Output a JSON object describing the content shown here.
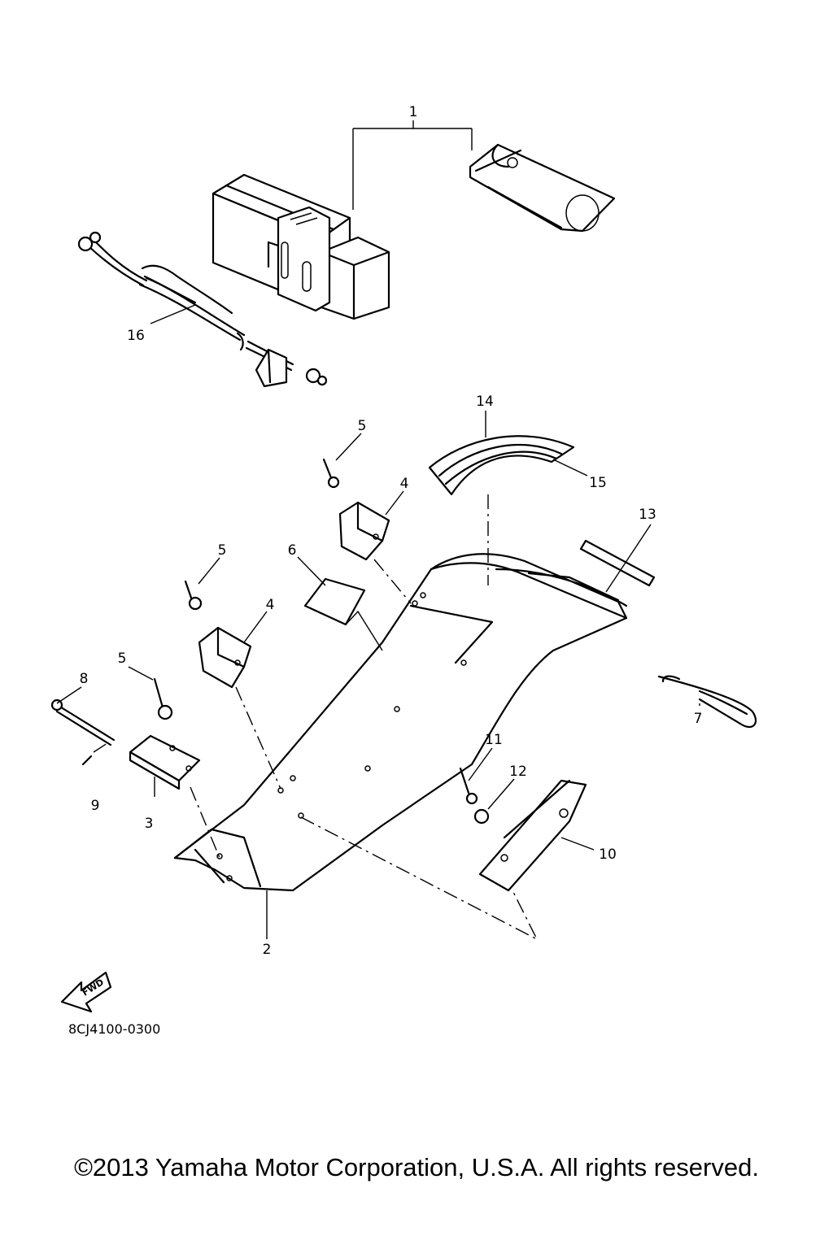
{
  "diagram": {
    "callouts": [
      {
        "id": "c1",
        "label": "1"
      },
      {
        "id": "c2",
        "label": "2"
      },
      {
        "id": "c3",
        "label": "3"
      },
      {
        "id": "c4a",
        "label": "4"
      },
      {
        "id": "c4b",
        "label": "4"
      },
      {
        "id": "c5a",
        "label": "5"
      },
      {
        "id": "c5b",
        "label": "5"
      },
      {
        "id": "c5c",
        "label": "5"
      },
      {
        "id": "c6",
        "label": "6"
      },
      {
        "id": "c7",
        "label": "7"
      },
      {
        "id": "c8",
        "label": "8"
      },
      {
        "id": "c9",
        "label": "9"
      },
      {
        "id": "c10",
        "label": "10"
      },
      {
        "id": "c11",
        "label": "11"
      },
      {
        "id": "c12",
        "label": "12"
      },
      {
        "id": "c13",
        "label": "13"
      },
      {
        "id": "c14",
        "label": "14"
      },
      {
        "id": "c15",
        "label": "15"
      },
      {
        "id": "c16",
        "label": "16"
      }
    ],
    "fwd_label": "FWD",
    "diagram_code": "8CJ4100-0300"
  },
  "copyright": "©2013 Yamaha Motor Corporation, U.S.A. All rights reserved."
}
